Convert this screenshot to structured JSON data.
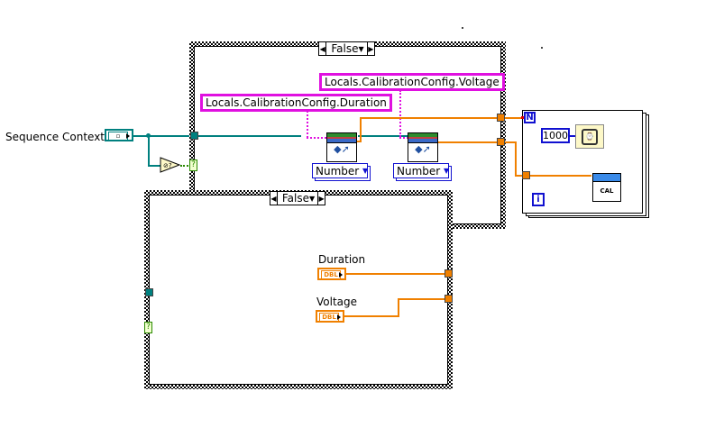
{
  "diagram": {
    "type": "LabVIEW block diagram",
    "sequence_context": {
      "label": "Sequence Context In"
    },
    "not_a_refnum_node": {
      "glyph": "⊘?"
    },
    "top_case": {
      "selector_value": "False",
      "property_names": [
        "Locals.CalibrationConfig.Voltage",
        "Locals.CalibrationConfig.Duration"
      ],
      "get_property_nodes": [
        {
          "type_dropdown": "Number"
        },
        {
          "type_dropdown": "Number"
        }
      ]
    },
    "bottom_case": {
      "selector_value": "False",
      "controls": [
        {
          "label": "Duration",
          "type": "DBL"
        },
        {
          "label": "Voltage",
          "type": "DBL"
        }
      ]
    },
    "for_loop": {
      "count_terminal": "N",
      "iteration_terminal": "i",
      "wait_constant": "1000",
      "wait_icon": "wait-ms",
      "subvi_label": "CAL"
    },
    "selector_terminal_glyph": "?",
    "colors": {
      "refnum_wire": "#00807f",
      "numeric_wire": "#f08000",
      "property_name_border": "#e010e0",
      "constant_border": "#1010d0",
      "node_bg": "#fdf8c8"
    }
  }
}
